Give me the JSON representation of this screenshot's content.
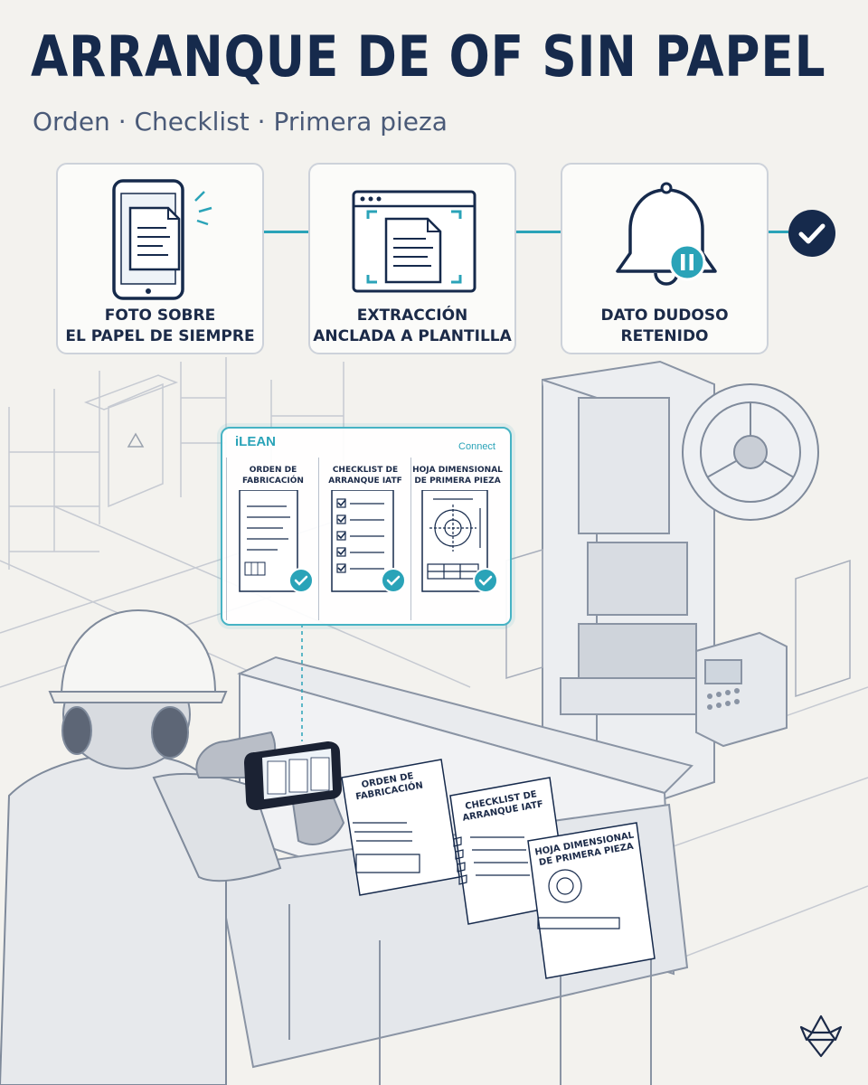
{
  "header": {
    "title": "ARRANQUE DE OF SIN PAPEL",
    "subtitle": "Orden · Checklist · Primera pieza"
  },
  "steps": [
    {
      "icon": "tablet-document-icon",
      "line1": "FOTO SOBRE",
      "line2": "EL PAPEL DE SIEMPRE"
    },
    {
      "icon": "browser-document-scan-icon",
      "line1": "EXTRACCIÓN",
      "line2": "ANCLADA A PLANTILLA"
    },
    {
      "icon": "bell-pause-icon",
      "line1": "DATO DUDOSO",
      "line2": "RETENIDO"
    }
  ],
  "panel": {
    "brand": "iLEAN",
    "connect": "Connect",
    "columns": [
      {
        "line1": "ORDEN DE",
        "line2": "FABRICACIÓN",
        "icon": "order-document-icon"
      },
      {
        "line1": "CHECKLIST DE",
        "line2": "ARRANQUE IATF",
        "icon": "checklist-document-icon"
      },
      {
        "line1": "HOJA DIMENSIONAL",
        "line2": "DE PRIMERA PIEZA",
        "icon": "dimensional-drawing-icon"
      }
    ]
  },
  "bench_docs": [
    {
      "line1": "ORDEN DE",
      "line2": "FABRICACIÓN"
    },
    {
      "line1": "CHECKLIST DE",
      "line2": "ARRANQUE IATF"
    },
    {
      "line1": "HOJA DIMENSIONAL",
      "line2": "DE PRIMERA PIEZA"
    }
  ],
  "colors": {
    "navy": "#162a4c",
    "teal": "#2aa3b8",
    "background": "#f3f2ee"
  }
}
